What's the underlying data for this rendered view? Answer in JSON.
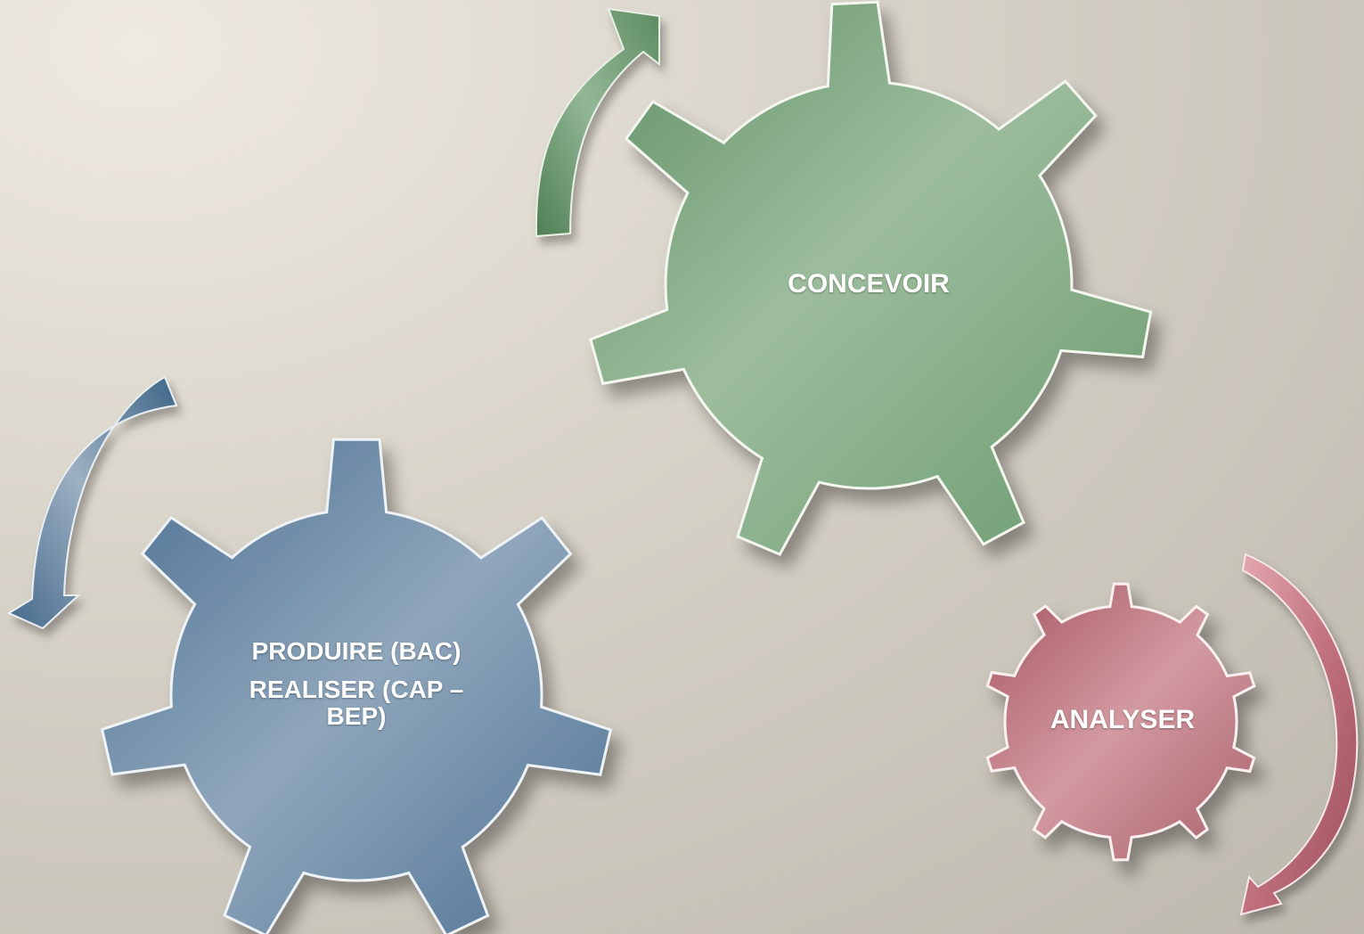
{
  "gears": {
    "concevoir": {
      "label": "CONCEVOIR",
      "color": "#7fa582"
    },
    "produire": {
      "line1": "PRODUIRE (BAC)",
      "line2": "REALISER (CAP –",
      "line3": "BEP)",
      "color": "#6a8aa6"
    },
    "analyser": {
      "label": "ANALYSER",
      "color": "#b8707a"
    }
  },
  "arrows": {
    "green": "#6e9a72",
    "blue": "#55799a",
    "red": "#c0717d"
  },
  "background": "#cfcabf"
}
